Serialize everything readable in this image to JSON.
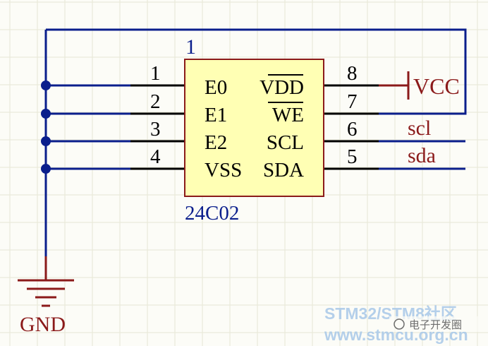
{
  "component": {
    "designator": "1",
    "part": "24C02",
    "left_pins": [
      {
        "number": "1",
        "name": "E0"
      },
      {
        "number": "2",
        "name": "E1"
      },
      {
        "number": "3",
        "name": "E2"
      },
      {
        "number": "4",
        "name": "VSS"
      }
    ],
    "right_pins": [
      {
        "number": "8",
        "name": "VDD"
      },
      {
        "number": "7",
        "name": "WE"
      },
      {
        "number": "6",
        "name": "SCL"
      },
      {
        "number": "5",
        "name": "SDA"
      }
    ]
  },
  "nets": {
    "vcc": "VCC",
    "gnd": "GND",
    "scl": "scl",
    "sda": "sda"
  },
  "watermark": {
    "line1": "STM32/STM8社区",
    "line2": "www.stmcu.org.cn",
    "overlay": "电子开发圈"
  },
  "colors": {
    "wire": "#0a1e8c",
    "pin": "#000000",
    "power": "#8b1a1a",
    "body_fill": "#ffffb4",
    "body_stroke": "#8b1a1a",
    "net_label": "#8b1a1a",
    "designator": "#0a1e8c",
    "grid": "#e6e6d6",
    "watermark": "#a8c8e8"
  }
}
